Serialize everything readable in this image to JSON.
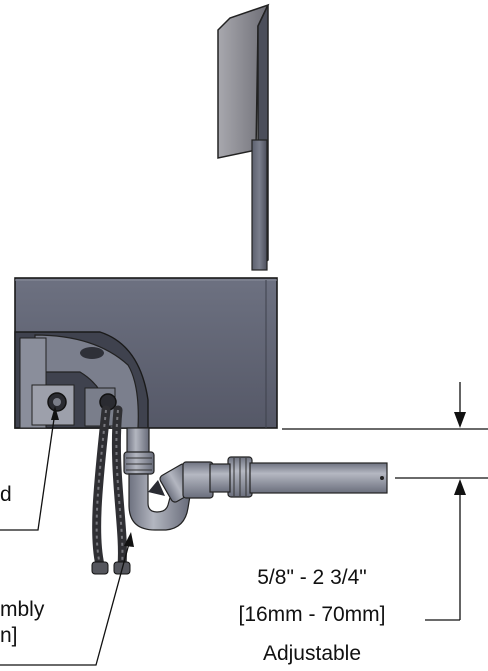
{
  "callouts": {
    "left_upper": "d",
    "left_lower_line1": "mbly",
    "left_lower_line2": "n]"
  },
  "dimension": {
    "imperial": "5/8\" - 2 3/4\"",
    "metric": "[16mm - 70mm]",
    "note": "Adjustable"
  },
  "colors": {
    "housing": "#626676",
    "housing_dark": "#3c3f4b",
    "pipe": "#8c909e",
    "hose": "#3a3a3e",
    "line": "#111111"
  }
}
